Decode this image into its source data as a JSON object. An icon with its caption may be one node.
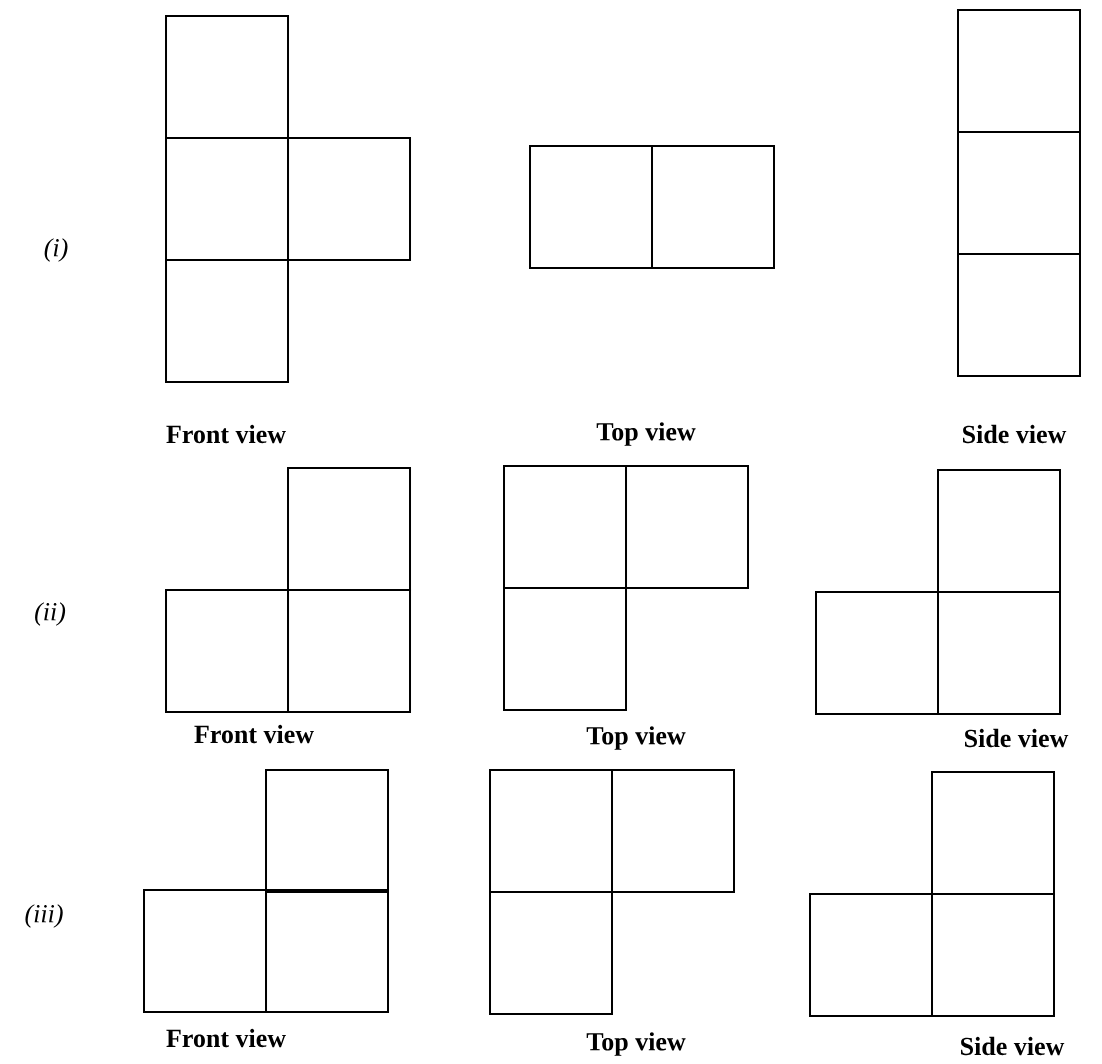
{
  "diagram": {
    "labels": [
      "(i)",
      "Front view",
      "Top view",
      "Side view",
      "(ii)",
      "Front view",
      "Top view",
      "Side view",
      "(iii)",
      "Front view",
      "Top view",
      "Side view"
    ]
  }
}
